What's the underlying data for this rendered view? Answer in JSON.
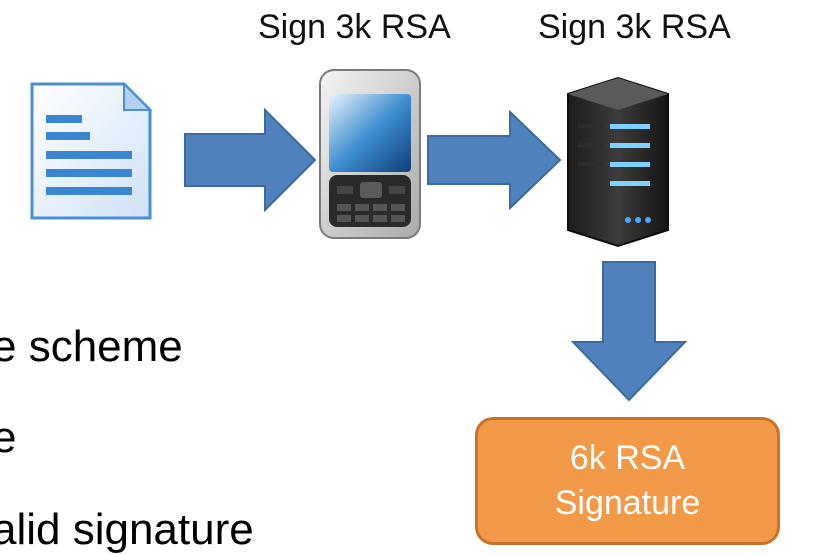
{
  "top_labels": {
    "phone_step": "Sign 3k RSA",
    "server_step": "Sign 3k RSA"
  },
  "result": {
    "line1": "6k RSA",
    "line2": "Signature"
  },
  "left_text": {
    "line1": "e scheme",
    "line2": "e",
    "line3": "alid signature"
  },
  "icons": [
    "document-icon",
    "mobile-phone-icon",
    "server-icon"
  ],
  "colors": {
    "arrow_fill": "#4f81bd",
    "arrow_stroke": "#3c6a9e",
    "result_fill": "#f39a48",
    "result_border": "#c8722b"
  }
}
